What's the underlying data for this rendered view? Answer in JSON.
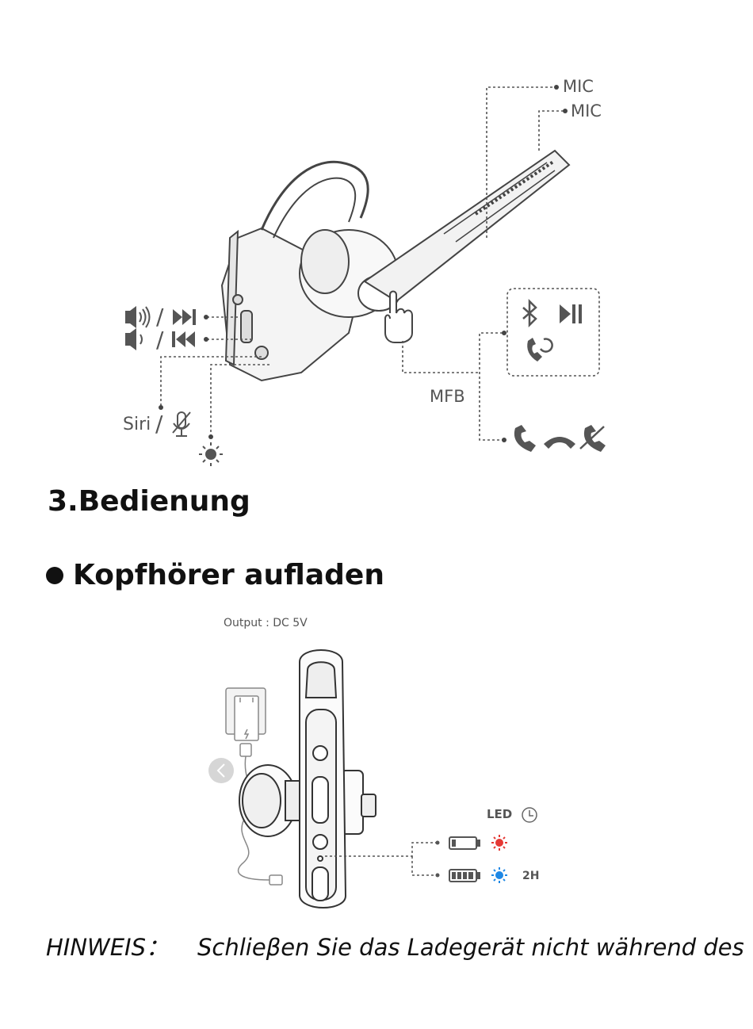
{
  "headset_diagram": {
    "labels": {
      "mic_1": "MIC",
      "mic_2": "MIC",
      "mfb": "MFB",
      "siri": "Siri",
      "slash": "/"
    },
    "icons": [
      "volume-up-icon",
      "next-track-icon",
      "volume-down-icon",
      "previous-track-icon",
      "mic-mute-icon",
      "led-light-icon",
      "bluetooth-icon",
      "play-pause-icon",
      "call-switch-icon",
      "answer-call-icon",
      "hang-up-icon",
      "reject-call-icon",
      "finger-press-icon"
    ]
  },
  "sections": {
    "operation_heading": "3.Bedienung",
    "charging_heading": "Kopfhörer aufladen"
  },
  "charging_diagram": {
    "output_label": "Output : DC 5V",
    "led_label": "LED",
    "duration_label": "2H",
    "colors": {
      "charging_led": "#e53935",
      "charged_led": "#1e88e5"
    }
  },
  "note": {
    "label": "HINWEIS：",
    "text": "Schlieβen Sie das Ladegerät nicht während des"
  }
}
